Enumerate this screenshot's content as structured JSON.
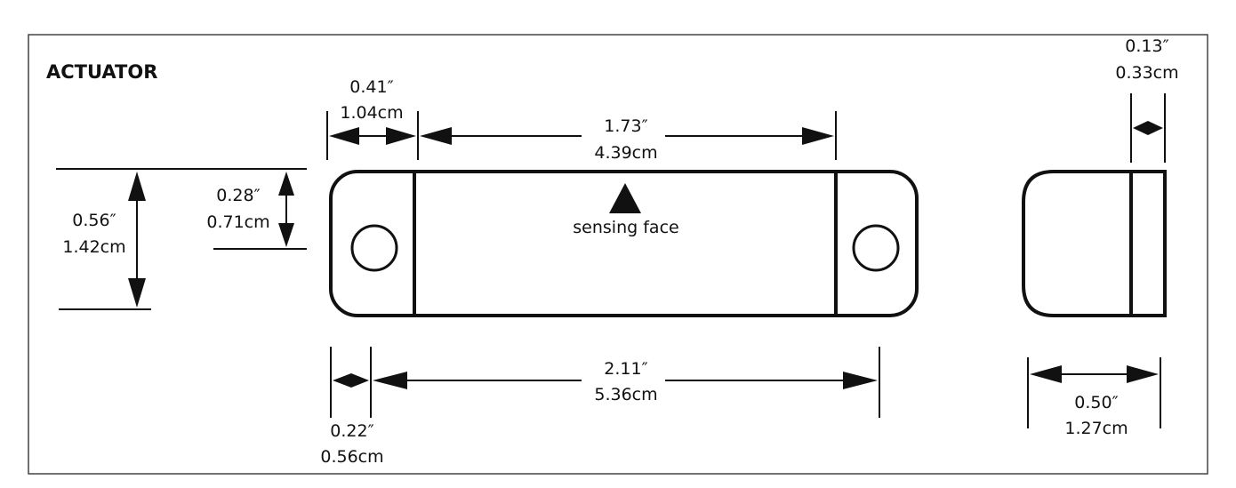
{
  "title": "ACTUATOR",
  "sensing_label": "sensing face",
  "dims": {
    "end_width": {
      "inch": "0.41″",
      "cm": "1.04cm"
    },
    "center_width": {
      "inch": "1.73″",
      "cm": "4.39cm"
    },
    "half_height": {
      "inch": "0.28″",
      "cm": "0.71cm"
    },
    "height": {
      "inch": "0.56″",
      "cm": "1.42cm"
    },
    "hole_offset": {
      "inch": "0.22″",
      "cm": "0.56cm"
    },
    "hole_spacing": {
      "inch": "2.11″",
      "cm": "5.36cm"
    },
    "side_flange": {
      "inch": "0.13″",
      "cm": "0.33cm"
    },
    "side_depth": {
      "inch": "0.50″",
      "cm": "1.27cm"
    }
  }
}
